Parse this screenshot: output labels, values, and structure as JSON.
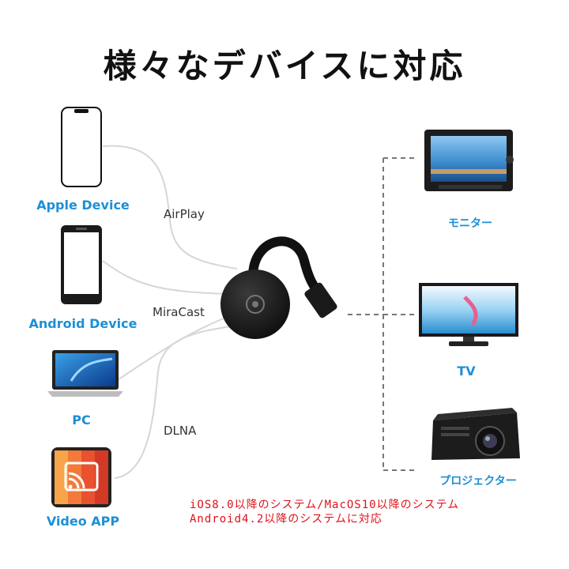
{
  "title": "様々なデバイスに対応",
  "sources": [
    {
      "label": "Apple Device",
      "icon": "iphone-icon"
    },
    {
      "label": "Android Device",
      "icon": "android-phone-icon"
    },
    {
      "label": "PC",
      "icon": "laptop-icon"
    },
    {
      "label": "Video APP",
      "icon": "video-app-icon"
    }
  ],
  "protocols": [
    "AirPlay",
    "MiraCast",
    "DLNA"
  ],
  "outputs": [
    {
      "label": "モニター",
      "icon": "monitor-icon"
    },
    {
      "label": "TV",
      "icon": "tv-icon"
    },
    {
      "label": "プロジェクター",
      "icon": "projector-icon"
    }
  ],
  "note": {
    "line1": "iOS8.0以降のシステム/MacOS10以降のシステム",
    "line2": "Android4.2以降のシステムに対応"
  },
  "colors": {
    "accent": "#1d8fd6",
    "note": "#e0101a"
  }
}
